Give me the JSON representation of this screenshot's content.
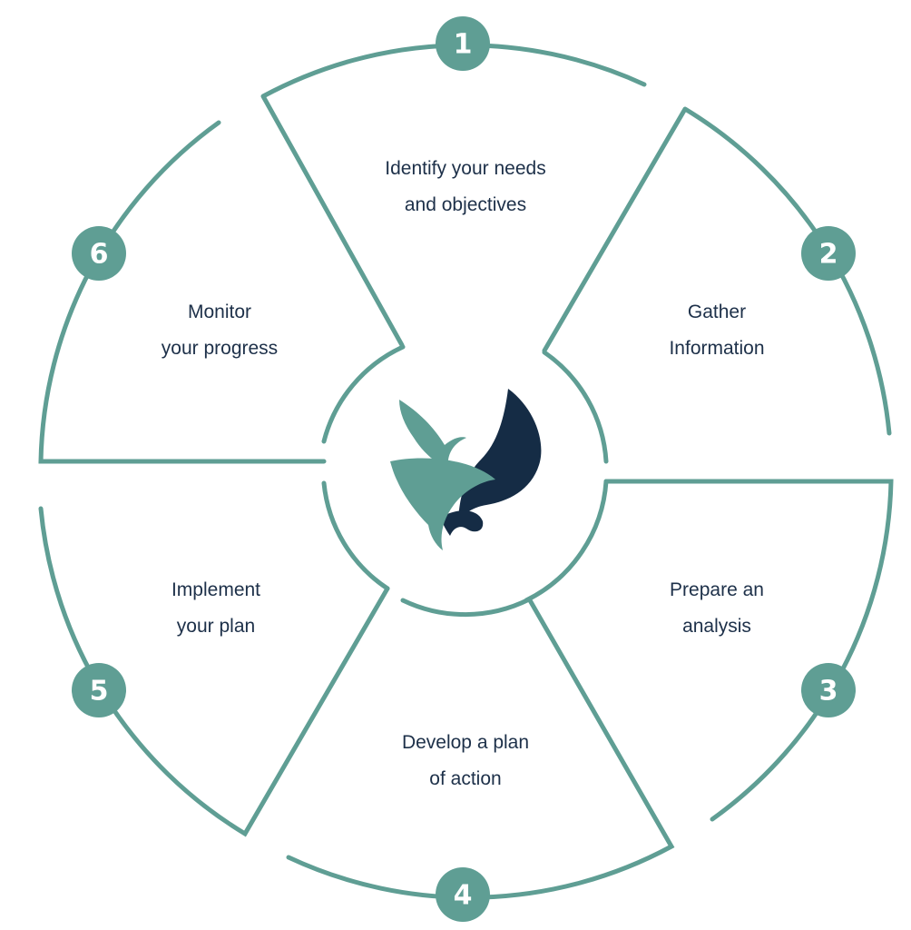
{
  "colors": {
    "teal": "#5f9e94",
    "navy": "#152c45",
    "text": "#1d3049"
  },
  "center_icon": "bird-logo",
  "steps": [
    {
      "number": "1",
      "line1": "Identify your needs",
      "line2": "and objectives"
    },
    {
      "number": "2",
      "line1": "Gather",
      "line2": "Information"
    },
    {
      "number": "3",
      "line1": "Prepare an",
      "line2": "analysis"
    },
    {
      "number": "4",
      "line1": "Develop a plan",
      "line2": "of action"
    },
    {
      "number": "5",
      "line1": "Implement",
      "line2": "your plan"
    },
    {
      "number": "6",
      "line1": "Monitor",
      "line2": "your progress"
    }
  ]
}
